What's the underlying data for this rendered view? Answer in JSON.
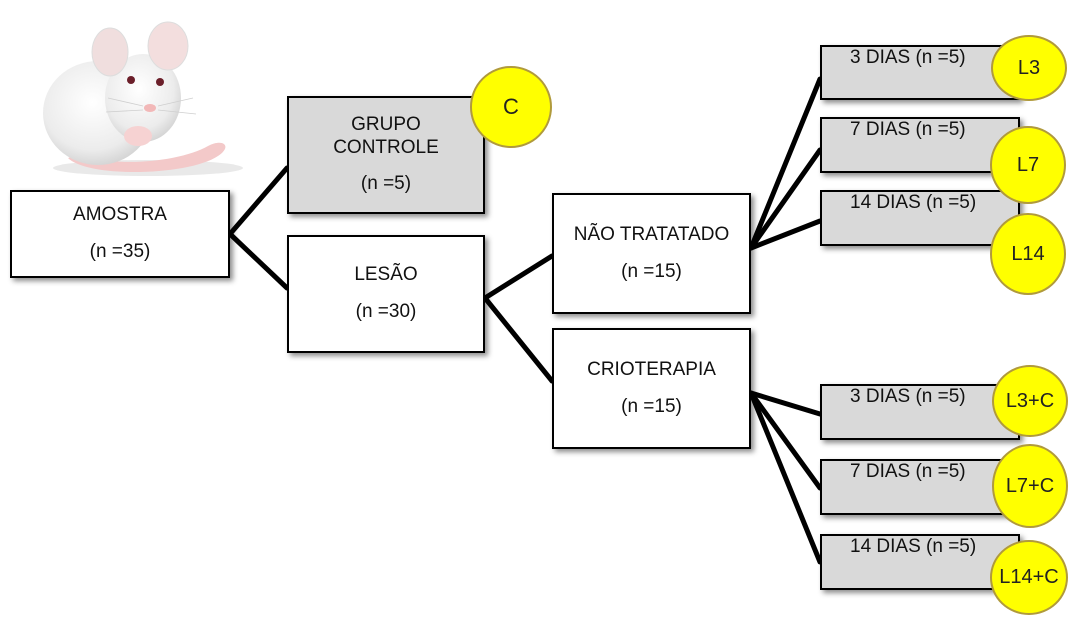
{
  "nodes": {
    "amostra": {
      "title": "AMOSTRA",
      "n": "(n =35)"
    },
    "grupo_controle": {
      "title_line1": "GRUPO",
      "title_line2": "CONTROLE",
      "n": "(n =5)"
    },
    "lesao": {
      "title": "LESÃO",
      "n": "(n =30)"
    },
    "nao_tratado": {
      "title": "NÃO TRATATADO",
      "n": "(n =15)"
    },
    "crioterapia": {
      "title": "CRIOTERAPIA",
      "n": "(n =15)"
    },
    "nt_3": "3 DIAS (n =5)",
    "nt_7": "7 DIAS (n =5)",
    "nt_14": "14 DIAS (n =5)",
    "cr_3": "3 DIAS (n =5)",
    "cr_7": "7 DIAS (n =5)",
    "cr_14": "14 DIAS (n =5)"
  },
  "badges": {
    "c": "C",
    "l3": "L3",
    "l7": "L7",
    "l14": "L14",
    "l3c": "L3+C",
    "l7c": "L7+C",
    "l14c": "L14+C"
  },
  "colors": {
    "badge_fill": "#ffff00",
    "gray_box": "#d9d9d9"
  }
}
